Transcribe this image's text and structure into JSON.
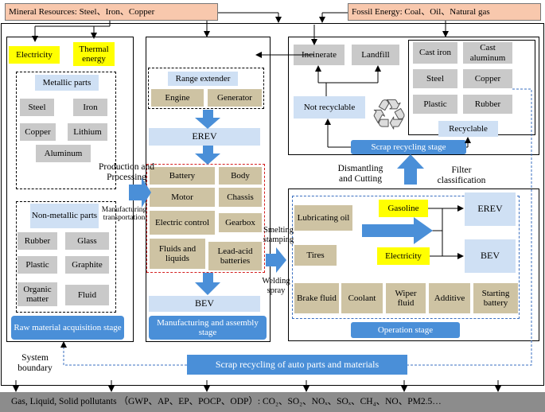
{
  "top": {
    "mineral": "Mineral Resources: Steel、Iron、Copper",
    "fossil": "Fossil Energy: Coal、Oil、Natural gas"
  },
  "raw": {
    "electricity": "Electricity",
    "thermal": "Thermal energy",
    "metallic_title": "Metallic parts",
    "metallic": [
      "Steel",
      "Iron",
      "Copper",
      "Lithium",
      "Aluminum"
    ],
    "nonmetallic_title": "Non-metallic parts",
    "nonmetallic": [
      "Rubber",
      "Glass",
      "Plastic",
      "Graphite",
      "Organic matter",
      "Fluid"
    ],
    "stage": "Raw material acquisition stage"
  },
  "mfg": {
    "range_extender": "Range extender",
    "engine": "Engine",
    "generator": "Generator",
    "erev": "EREV",
    "parts": [
      "Battery",
      "Body",
      "Motor",
      "Chassis",
      "Electric control",
      "Gearbox",
      "Fluids and liquids",
      "Lead-acid batteries"
    ],
    "bev": "BEV",
    "stage": "Manufacturing and assembly stage"
  },
  "recycle": {
    "incinerate": "Incinerate",
    "landfill": "Landfill",
    "not_recyclable": "Not recyclable",
    "materials": [
      "Cast iron",
      "Cast aluminum",
      "Steel",
      "Copper",
      "Plastic",
      "Rubber"
    ],
    "recyclable": "Recyclable",
    "stage": "Scrap recycling stage"
  },
  "operation": {
    "lubricating_oil": "Lubricating oil",
    "tires": "Tires",
    "gasoline": "Gasoline",
    "electricity": "Electricity",
    "erev": "EREV",
    "bev": "BEV",
    "fluids": [
      "Brake fluid",
      "Coolant",
      "Wiper fluid",
      "Additive",
      "Starting battery"
    ],
    "stage": "Operation stage"
  },
  "labels": {
    "production": "Production and Processing",
    "manufacturing": "Manufacturing transportation",
    "smelting": "Smelting stamping",
    "welding": "Welding spray",
    "dismantling": "Dismantling and Cutting",
    "filter": "Filter classification",
    "system_boundary": "System boundary"
  },
  "bottom": {
    "scrap_bar": "Scrap recycling of auto parts and materials",
    "pollutants": "Gas, Liquid, Solid pollutants （GWP、AP、EP、POCP、ODP）: CO₂、SO₂、NOₓ、SOₓ、CH₄、NO、PM2.5…"
  },
  "colors": {
    "arrow_blue": "#4a8fd8",
    "stage_blue": "#4a8fd8",
    "light_blue": "#cfe0f4",
    "gray": "#c9c9c9",
    "tan": "#cec3a3",
    "yellow": "#ffff00",
    "salmon": "#f8c8ad",
    "red_dash": "#d42020",
    "bottom_bar": "#8c8c8c"
  },
  "icons": [
    "recycle-icon"
  ]
}
